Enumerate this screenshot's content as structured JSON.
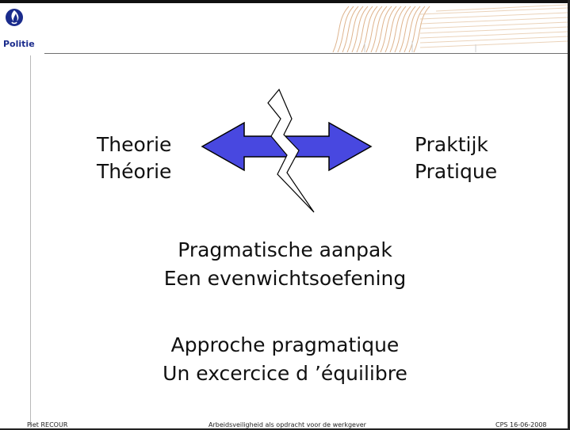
{
  "header": {
    "logo_text": "Politie"
  },
  "left_terms": [
    "Theorie",
    "Théorie"
  ],
  "right_terms": [
    "Praktijk",
    "Pratique"
  ],
  "body": {
    "nl_line1": "Pragmatische aanpak",
    "nl_line2": "Een evenwichtsoefening",
    "fr_line1": "Approche pragmatique",
    "fr_line2": "Un excercice d ’équilibre"
  },
  "footer": {
    "author": "Piet RECOUR",
    "title": "Arbeidsveiligheid als opdracht voor de werkgever",
    "date": "CPS  16-06-2008"
  },
  "colors": {
    "arrow_fill": "#4848e0",
    "arrow_stroke": "#000000",
    "logo_blue": "#1a2b8c"
  }
}
